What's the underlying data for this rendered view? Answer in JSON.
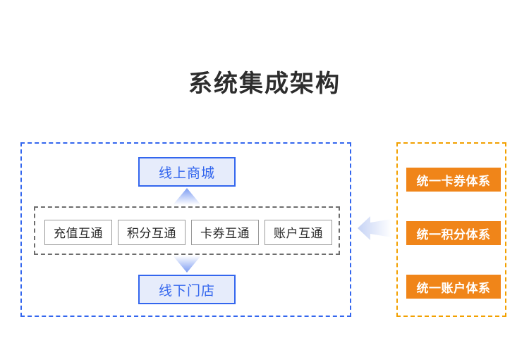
{
  "page": {
    "title": "系统集成架构",
    "background_color": "#ffffff"
  },
  "colors": {
    "blue_accent": "#3366ee",
    "blue_fill": "#e6ecfb",
    "orange_accent": "#f08519",
    "orange_dashed": "#f2a000",
    "gray_dashed": "#6d6d6d",
    "title_text": "#2d2d2d"
  },
  "left_panel": {
    "name": "channel-group",
    "border_style": "dashed",
    "border_color": "#3366ee",
    "top_node": {
      "label": "线上商城"
    },
    "bottom_node": {
      "label": "线下门店"
    },
    "capability_group": {
      "border_style": "dashed",
      "border_color": "#6d6d6d",
      "items": [
        {
          "label": "充值互通"
        },
        {
          "label": "积分互通"
        },
        {
          "label": "卡券互通"
        },
        {
          "label": "账户互通"
        }
      ]
    },
    "arrows": [
      {
        "name": "arrow-up",
        "direction": "up"
      },
      {
        "name": "arrow-down",
        "direction": "down"
      }
    ]
  },
  "integration_arrow": {
    "name": "integration-arrow",
    "direction": "left"
  },
  "right_panel": {
    "name": "unified-systems-group",
    "border_style": "dashed",
    "border_color": "#f2a000",
    "items": [
      {
        "label": "统一卡券体系"
      },
      {
        "label": "统一积分体系"
      },
      {
        "label": "统一账户体系"
      }
    ]
  }
}
